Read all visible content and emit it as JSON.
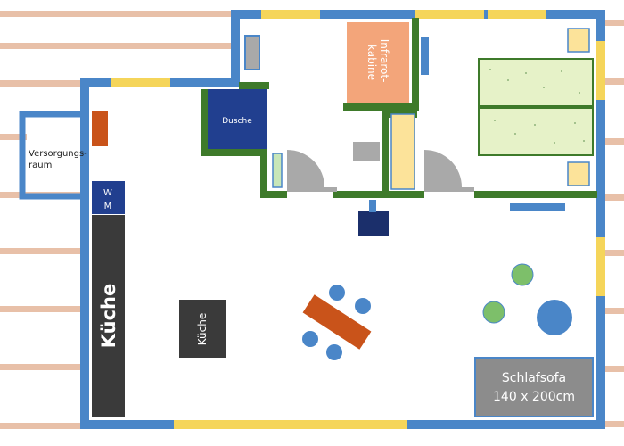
{
  "labels": {
    "versorgung_line1": "Versorgungs-",
    "versorgung_line2": "raum",
    "dusche": "Dusche",
    "infrarot_line1": "Infrarot-",
    "infrarot_line2": "kabine",
    "wm_line1": "W",
    "wm_line2": "M",
    "kueche_counter": "Küche",
    "kueche_island": "Küche",
    "schlafsofa_line1": "Schlafsofa",
    "schlafsofa_line2": "140 x 200cm"
  },
  "colors": {
    "wall": "#4a86c8",
    "window": "#f5d55a",
    "inner_wall": "#3e7a2a",
    "stripe": "#e8c0a8",
    "infrared": "#f3a57a",
    "shower": "#213f8f",
    "kitchen": "#3a3a3a",
    "dining_table": "#c9531a",
    "chair": "#4a86c8",
    "green_seat": "#7dbf6a",
    "sofa": "#8c8c8c",
    "door_swing": "#a9a9a9",
    "bed": "#e6f2c8",
    "orange_block": "#c9531a",
    "dark_navy": "#1b2f6b"
  }
}
